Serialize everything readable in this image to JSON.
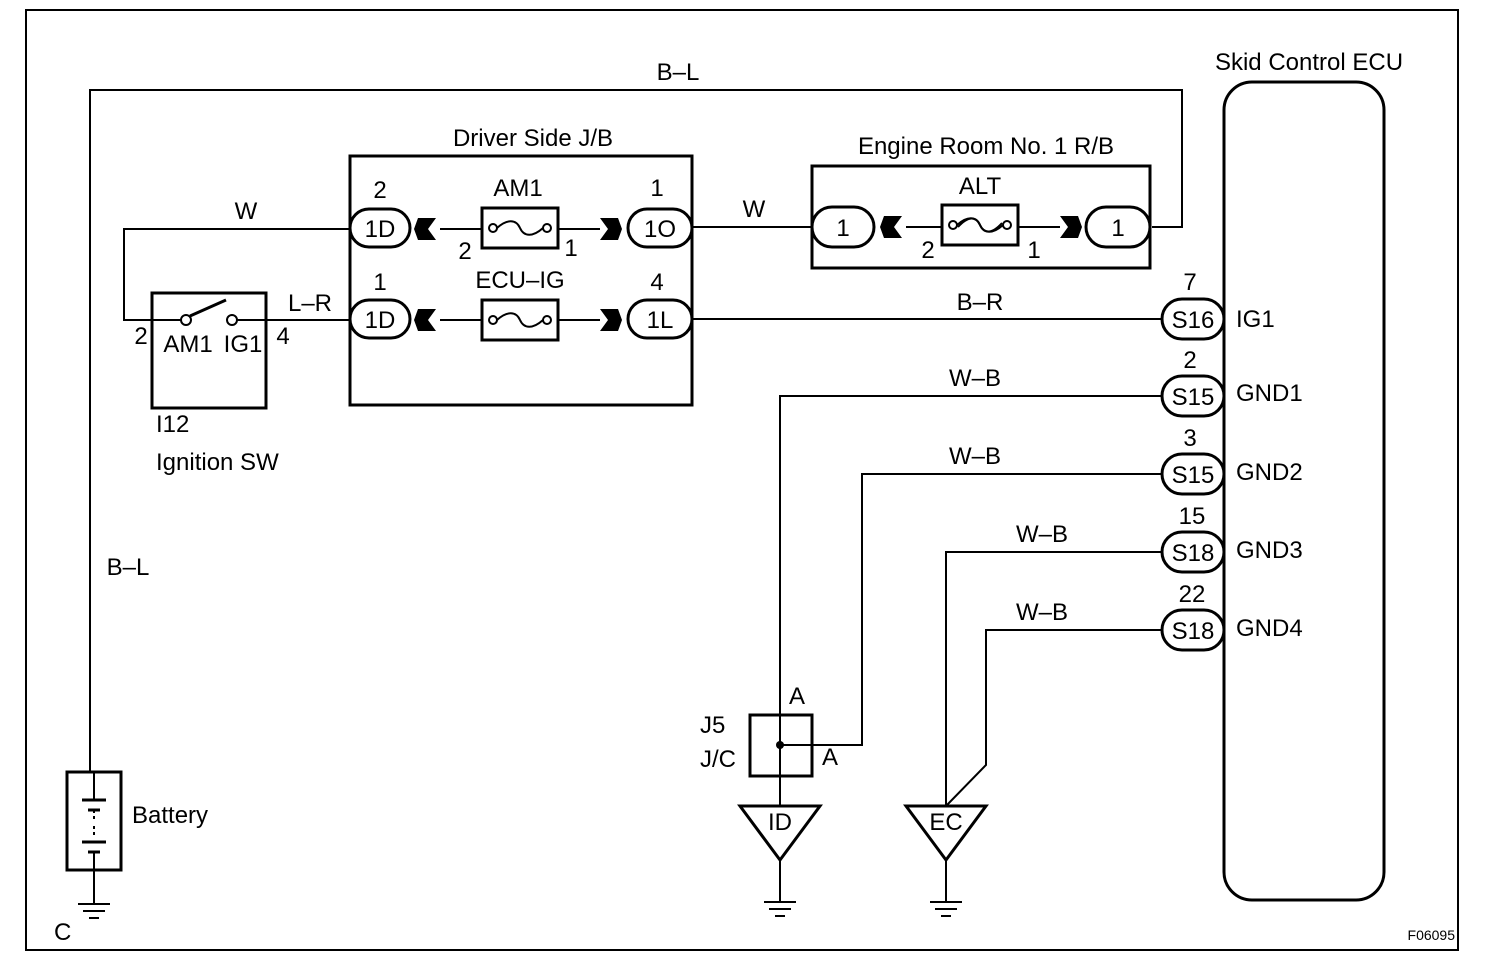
{
  "labels": {
    "ecu_title": "Skid Control ECU",
    "dsjb_title": "Driver Side J/B",
    "errb_title": "Engine Room No. 1 R/B",
    "ign_code": "I12",
    "ign_name": "Ignition SW",
    "battery": "Battery",
    "jc_code": "J5",
    "jc_name": "J/C",
    "fig_code": "F06095",
    "corner": "C"
  },
  "wires": {
    "top_bl": "B–L",
    "left_bl": "B–L",
    "w_left": "W",
    "w_mid": "W",
    "lr": "L–R",
    "br": "B–R",
    "wb1": "W–B",
    "wb2": "W–B",
    "wb3": "W–B",
    "wb4": "W–B"
  },
  "fuses": {
    "am1": "AM1",
    "ecu_ig": "ECU–IG",
    "alt": "ALT"
  },
  "connectors": {
    "d1d_top": "1D",
    "d1o": "1O",
    "d1d_bot": "1D",
    "d1l": "1L",
    "r1_left": "1",
    "r1_right": "1",
    "s16": "S16",
    "s15a": "S15",
    "s15b": "S15",
    "s18a": "S18",
    "s18b": "S18"
  },
  "pins": {
    "d1d_top": "2",
    "d1o": "1",
    "d1d_bot": "1",
    "d1l": "4",
    "am1_in": "2",
    "am1_out": "1",
    "alt_in": "2",
    "alt_out": "1",
    "ign_left": "2",
    "ign_right": "4",
    "s16": "7",
    "s15a": "2",
    "s15b": "3",
    "s18a": "15",
    "s18b": "22",
    "jc_top": "A",
    "jc_right": "A"
  },
  "switch": {
    "am1": "AM1",
    "ig1": "IG1"
  },
  "ecu_terminals": {
    "ig1": "IG1",
    "gnd1": "GND1",
    "gnd2": "GND2",
    "gnd3": "GND3",
    "gnd4": "GND4"
  },
  "grounds": {
    "id": "ID",
    "ec": "EC"
  }
}
